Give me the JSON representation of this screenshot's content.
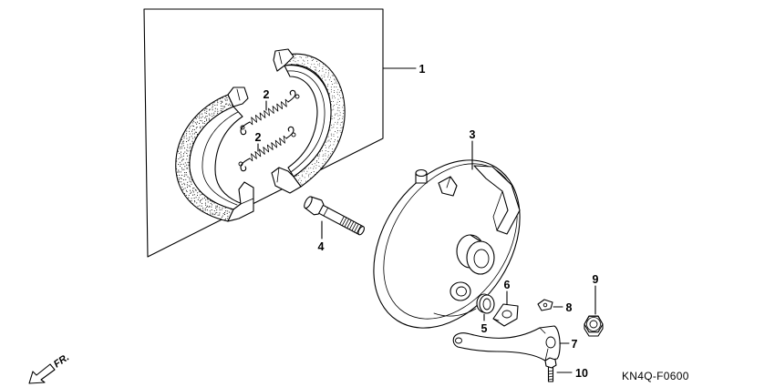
{
  "diagram": {
    "callouts": {
      "callout_1": "1",
      "callout_2_upper": "2",
      "callout_2_lower": "2",
      "callout_3": "3",
      "callout_4": "4",
      "callout_5": "5",
      "callout_6": "6",
      "callout_7": "7",
      "callout_8": "8",
      "callout_9": "9",
      "callout_10": "10"
    },
    "direction_label": "FR.",
    "figure_code": "KN4Q-F0600",
    "line_color": "#000000",
    "background_color": "#ffffff"
  }
}
